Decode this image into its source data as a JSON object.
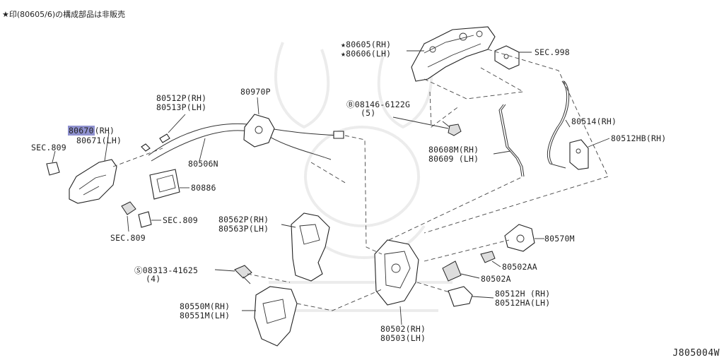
{
  "header_note": "★印(80605/6)の構成部品は非販売",
  "diagram_code": "J805004W",
  "labels": {
    "l80605": "★80605(RH)",
    "l80606": "★80606(LH)",
    "sec998": "SEC.998",
    "l80970p": "80970P",
    "l80512p": "80512P(RH)",
    "l80513p": "80513P(LH)",
    "l08146": "08146-6122G",
    "l08146_qty": "(5)",
    "l80670": "80670",
    "l80670_side": "(RH)",
    "l80671": "80671(LH)",
    "sec809_a": "SEC.809",
    "l80514": "80514(RH)",
    "l80512hb": "80512HB(RH)",
    "l80506n": "80506N",
    "l80608m": "80608M(RH)",
    "l80609": "80609 (LH)",
    "l80886": "80886",
    "sec809_b": "SEC.809",
    "sec809_c": "SEC.809",
    "l80562p": "80562P(RH)",
    "l80563p": "80563P(LH)",
    "l80570m": "80570M",
    "l08313": "08313-41625",
    "l08313_qty": "(4)",
    "l80502aa": "80502AA",
    "l80502a": "80502A",
    "l80512h": "80512H (RH)",
    "l80512ha": "80512HA(LH)",
    "l80550m": "80550M(RH)",
    "l80551m": "80551M(LH)",
    "l80502": "80502(RH)",
    "l80503": "80503(LH)"
  },
  "highlight_color": "#8f91cf"
}
